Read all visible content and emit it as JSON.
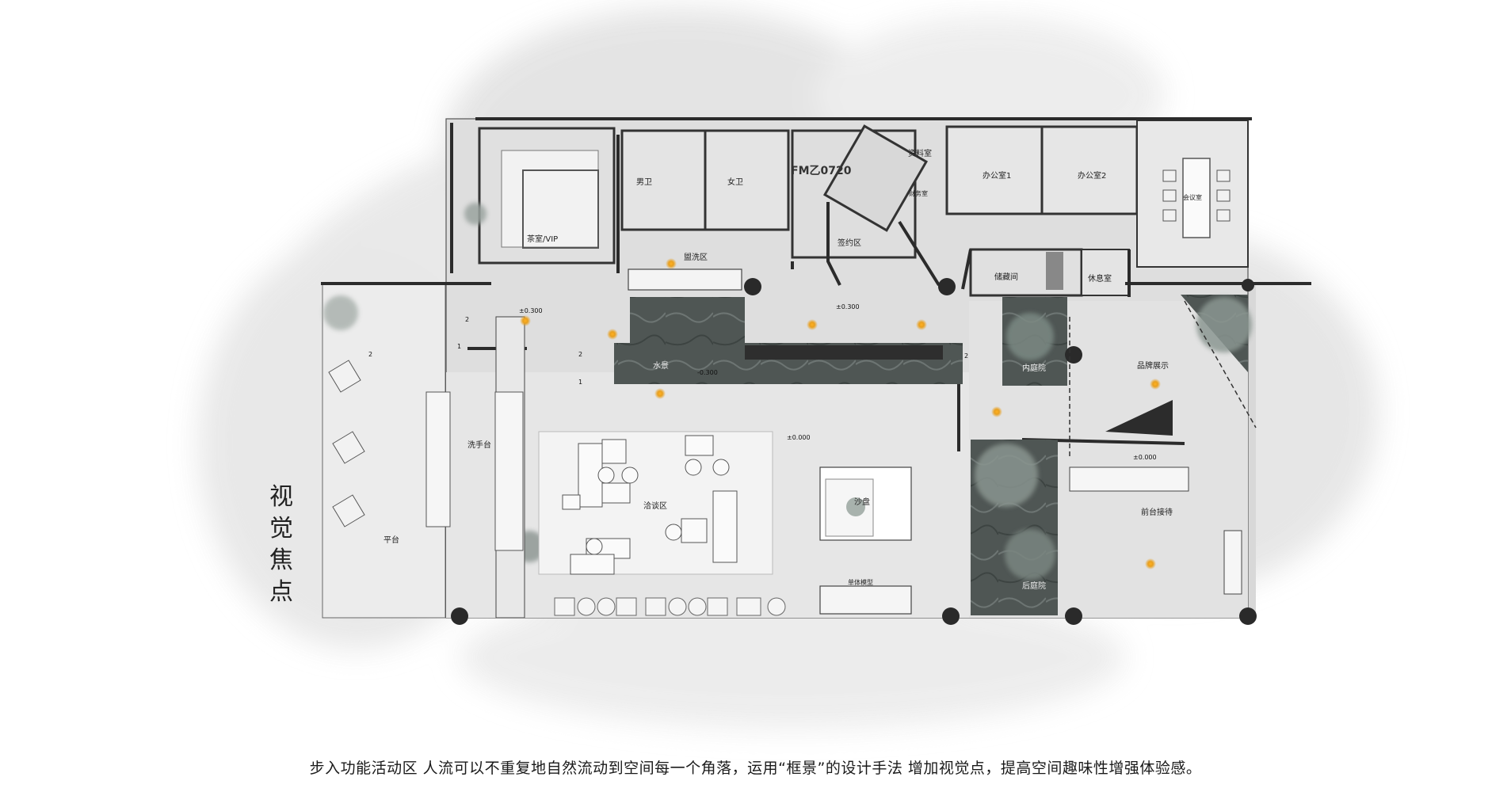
{
  "title_vertical": [
    "视",
    "觉",
    "焦",
    "点"
  ],
  "caption": "步入功能活动区  人流可以不重复地自然流动到空间每一个角落，运用“框景”的设计手法  增加视觉点，提高空间趣味性增强体验感。",
  "rooms": {
    "tea_vip": "茶室/VIP",
    "male_wc": "男卫",
    "female_wc": "女卫",
    "wash_area": "盥洗区",
    "archive": "资料室",
    "finance": "财务室",
    "signing": "签约区",
    "office1": "办公室1",
    "office2": "办公室2",
    "meeting": "会议室",
    "storage": "储藏间",
    "lounge": "休息室",
    "water_scene": "水景",
    "courtyard": "内庭院",
    "brand_display": "品牌展示",
    "washstand": "洗手台",
    "negotiation": "洽谈区",
    "sand_table": "沙盘",
    "unit_model": "单体模型",
    "reception": "前台接待",
    "terrace": "平台",
    "rear_courtyard": "后庭院"
  },
  "door_code": "FM乙0720",
  "elevations": {
    "e1": "±0.300",
    "e2": "±0.300",
    "e3": "-0.300",
    "e4": "±0.000",
    "e5": "±0.000"
  },
  "dimension_marks": [
    "2",
    "2",
    "2",
    "2",
    "1",
    "1"
  ],
  "colors": {
    "wall": "#333333",
    "floor": "#dcdcdc",
    "marble": "#4d5452",
    "focus_point": "#e8a020"
  }
}
